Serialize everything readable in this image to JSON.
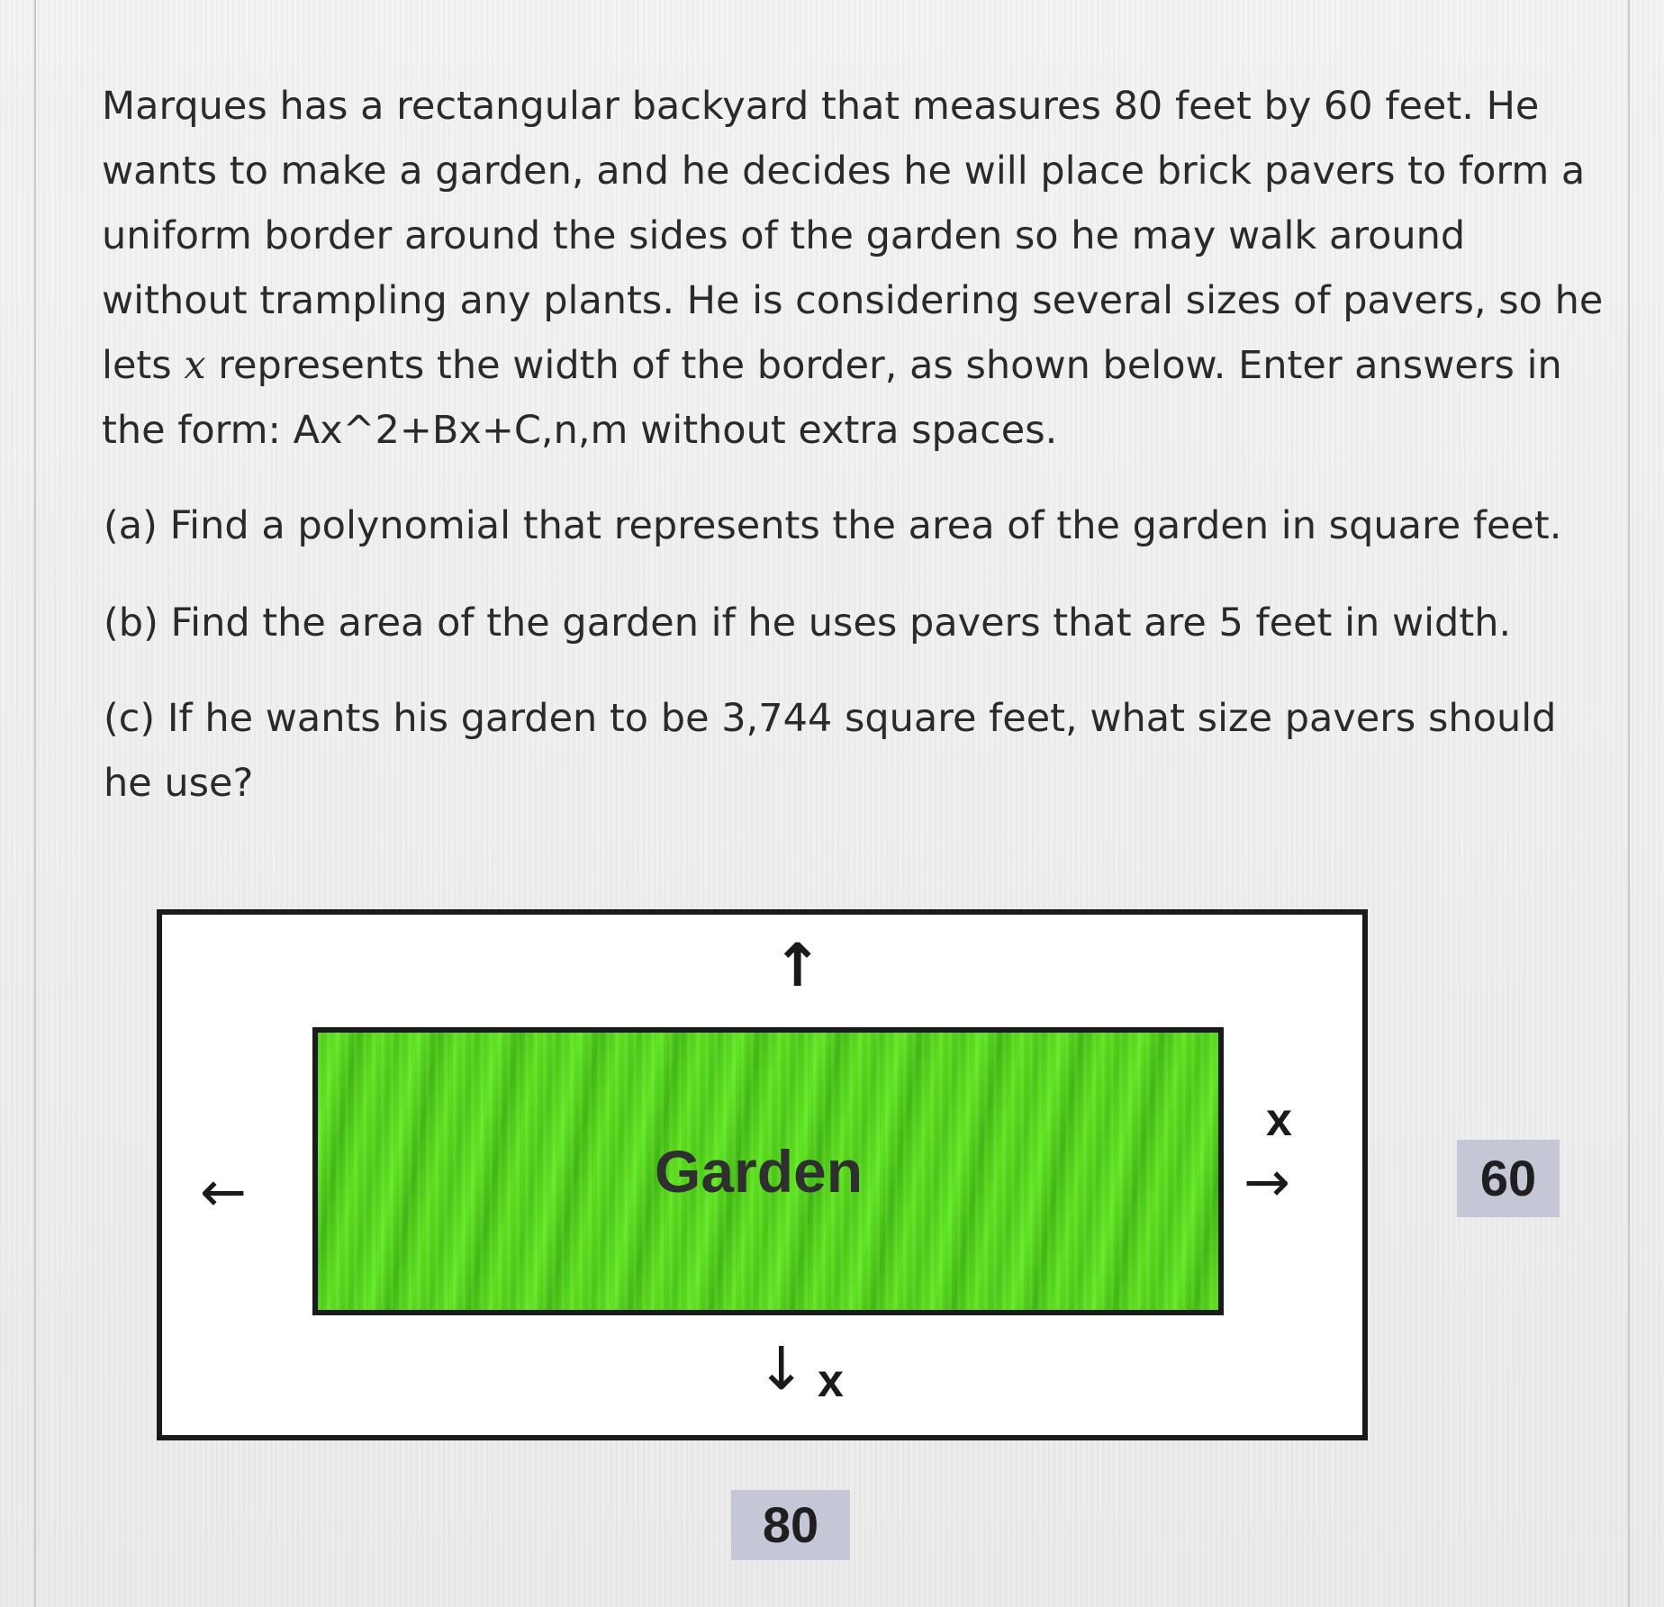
{
  "problem": {
    "text_before_var": "Marques has a rectangular backyard that measures 80 feet by 60 feet. He wants to make a garden, and he decides he will place brick pavers to form a uniform border around the sides of the garden so he may walk around without trampling any plants. He is considering several sizes of pavers, so he lets ",
    "variable": "x",
    "text_after_var": " represents the width of the border, as shown below. Enter answers in the form: Ax^2+Bx+C,n,m without extra spaces."
  },
  "questions": {
    "a": "(a) Find a polynomial that represents the area of the garden in square feet.",
    "b": "(b) Find the area of the garden if he uses pavers that are 5 feet in width.",
    "c": "(c) If he wants his garden to be 3,744 square feet, what size pavers should he use?"
  },
  "diagram": {
    "garden_label": "Garden",
    "border_label_right": "x",
    "border_label_bottom": "x",
    "height_label": "60",
    "width_label": "80",
    "arrows": {
      "up": "↑",
      "down": "↓",
      "left": "←",
      "right": "→"
    }
  }
}
